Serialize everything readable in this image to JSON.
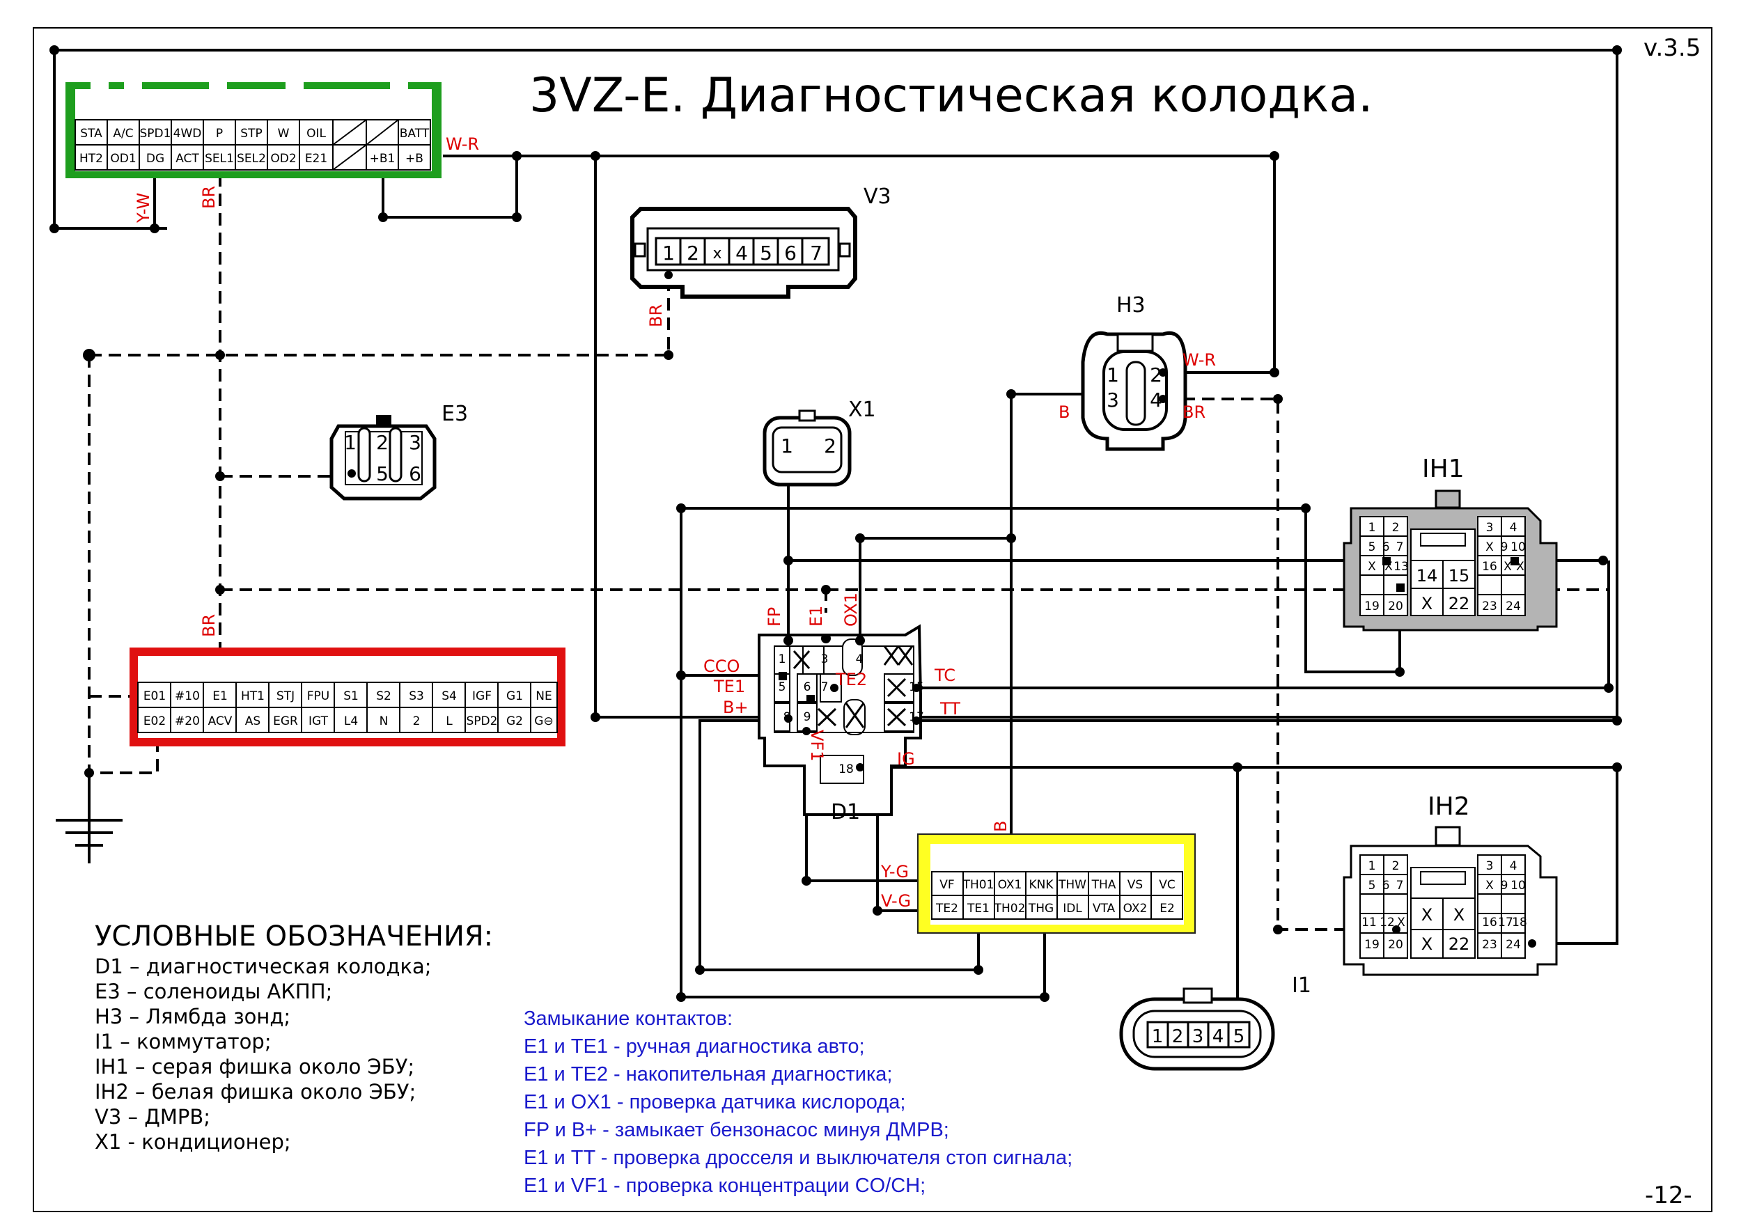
{
  "title": "3VZ-E. Диагностическая колодка.",
  "version": "v.3.5",
  "page_number": "-12-",
  "component_labels": {
    "v3": "V3",
    "h3": "H3",
    "x1": "X1",
    "e3": "E3",
    "ih1": "IH1",
    "ih2": "IH2",
    "d1": "D1",
    "i1": "I1"
  },
  "green_connector": {
    "top_row": [
      "STA",
      "A/C",
      "SPD1",
      "4WD",
      "P",
      "STP",
      "W",
      "OIL",
      "",
      "",
      "BATT"
    ],
    "bottom_row": [
      "HT2",
      "OD1",
      "DG",
      "ACT",
      "SEL1",
      "SEL2",
      "OD2",
      "E21",
      "",
      "+B1",
      "+B"
    ]
  },
  "red_connector": {
    "top_row": [
      "E01",
      "#10",
      "E1",
      "HT1",
      "STJ",
      "FPU",
      "S1",
      "S2",
      "S3",
      "S4",
      "IGF",
      "G1",
      "NE"
    ],
    "bottom_row": [
      "E02",
      "#20",
      "ACV",
      "AS",
      "EGR",
      "IGT",
      "L4",
      "N",
      "2",
      "L",
      "SPD2",
      "G2",
      "G⊖"
    ]
  },
  "yellow_connector": {
    "top_row": [
      "VF",
      "TH01",
      "OX1",
      "KNK",
      "THW",
      "THA",
      "VS",
      "VC"
    ],
    "bottom_row": [
      "TE2",
      "TE1",
      "TH02",
      "THG",
      "IDL",
      "VTA",
      "OX2",
      "E2"
    ]
  },
  "v3_pins": [
    "1",
    "2",
    "x",
    "4",
    "5",
    "6",
    "7"
  ],
  "h3_pins": [
    "1",
    "2",
    "3",
    "4"
  ],
  "x1_pins": [
    "1",
    "2"
  ],
  "e3_pins": [
    "1",
    "2",
    "3",
    "5",
    "6"
  ],
  "i1_pins": [
    "1",
    "2",
    "3",
    "4",
    "5"
  ],
  "ih1_pins": {
    "left": [
      "1",
      "2",
      "5",
      "6",
      "7",
      "X",
      "X",
      "13",
      "19",
      "20"
    ],
    "center": [
      "14",
      "15",
      "X",
      "22"
    ],
    "right": [
      "3",
      "4",
      "X",
      "9",
      "10",
      "16",
      "X",
      "X",
      "23",
      "24"
    ]
  },
  "ih2_pins": {
    "left": [
      "1",
      "2",
      "5",
      "6",
      "7",
      "11",
      "12",
      "X",
      "19",
      "20"
    ],
    "center": [
      "X",
      "X",
      "X",
      "22"
    ],
    "right": [
      "3",
      "4",
      "X",
      "9",
      "10",
      "16",
      "17",
      "18",
      "23",
      "24"
    ]
  },
  "d1_pins": [
    "1",
    "3",
    "4",
    "5",
    "6",
    "7",
    "8",
    "9",
    "15",
    "17",
    "18"
  ],
  "d1_pin_labels": [
    "FP",
    "E1",
    "OX1",
    "CCO",
    "TE1",
    "B+",
    "TE2",
    "VF1",
    "TC",
    "TT",
    "IG"
  ],
  "wire_labels": [
    "W-R",
    "Y-W",
    "BR",
    "BR",
    "BR",
    "W-R",
    "B",
    "BR",
    "B",
    "Y-G",
    "V-G"
  ],
  "legend": {
    "heading": "УСЛОВНЫЕ ОБОЗНАЧЕНИЯ:",
    "items": [
      "D1 – диагностическая колодка;",
      "E3 – соленоиды АКПП;",
      "H3 – Лямбда зонд;",
      "I1 – коммутатор;",
      "IH1 – серая фишка около ЭБУ;",
      "IH2 – белая фишка около ЭБУ;",
      "V3 – ДМРВ;",
      "X1 - кондиционер;"
    ]
  },
  "notes": {
    "heading": "Замыкание контактов:",
    "items": [
      "E1 и TE1 - ручная диагностика авто;",
      "E1 и TE2 -  накопительная диагностика;",
      "E1 и OX1 - проверка датчика кислорода;",
      "FP и B+ - замыкает бензонасос минуя ДМРВ;",
      "E1 и TT - проверка дросселя и выключателя стоп сигнала;",
      "E1 и VF1 - проверка концентрации CO/CH;"
    ]
  },
  "colors": {
    "green_connector": "#1e9e1e",
    "red_connector": "#e01010",
    "yellow_connector": "#ffff22",
    "wire_label": "#dd0000",
    "note_text": "#1a1acc",
    "gray_connector": "#b4b4b4"
  }
}
